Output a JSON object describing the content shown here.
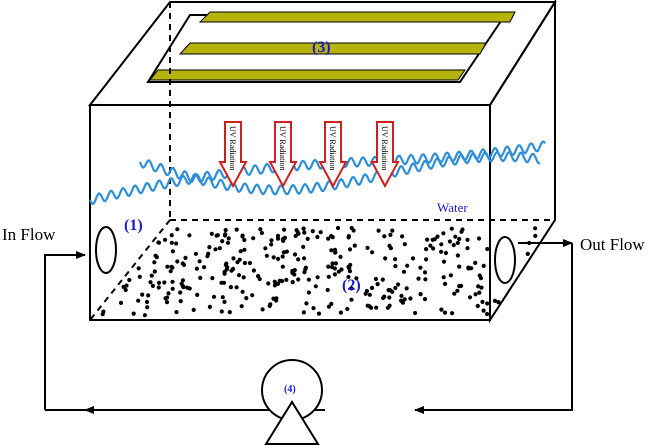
{
  "labels": {
    "in_flow": "In Flow",
    "out_flow": "Out Flow",
    "water": "Water",
    "part1": "(1)",
    "part2": "(2)",
    "part3": "(3)",
    "part4": "(4)",
    "uv": "UV Radiation"
  },
  "colors": {
    "lamp_fill": "#b5b30c",
    "water_wave": "#2e8fd6",
    "arrow_stroke": "#d01f1f",
    "label_blue": "#1a1acc"
  }
}
